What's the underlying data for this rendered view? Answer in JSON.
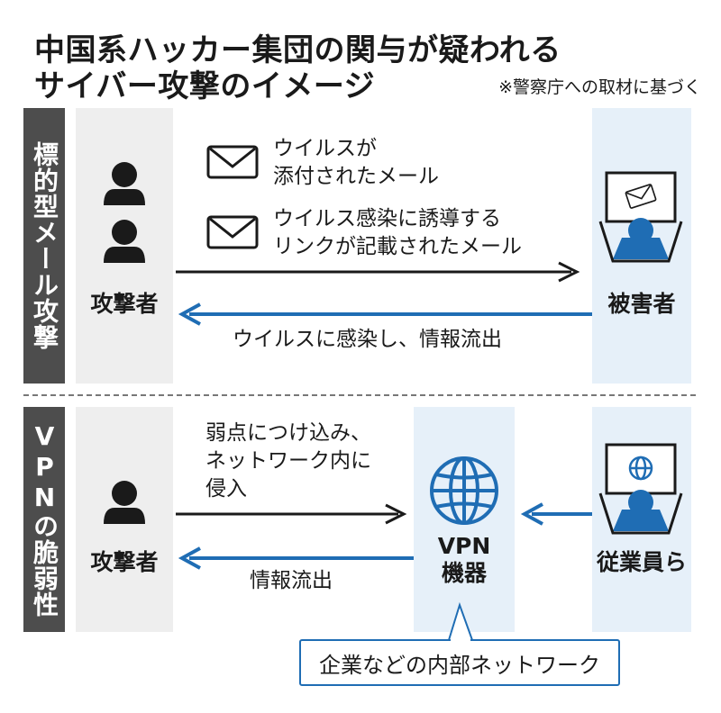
{
  "title_lines": [
    "中国系ハッカー集団の関与が疑われる",
    "サイバー攻撃のイメージ"
  ],
  "source_note": "※警察庁への取材に基づく",
  "section1": {
    "side_label": "標的型メール攻撃",
    "attacker_label": "攻撃者",
    "victim_label": "被害者",
    "mail1": [
      "ウイルスが",
      "添付されたメール"
    ],
    "mail2": [
      "ウイルス感染に誘導する",
      "リンクが記載されたメール"
    ],
    "return_label": "ウイルスに感染し、情報流出"
  },
  "section2": {
    "side_label": "VPNの脆弱性",
    "attacker_label": "攻撃者",
    "vpn_label": [
      "VPN",
      "機器"
    ],
    "employee_label": "従業員ら",
    "intrusion_label": [
      "弱点につけ込み、",
      "ネットワーク内に",
      "侵入"
    ],
    "leak_label": "情報流出",
    "callout": "企業などの内部ネットワーク"
  },
  "colors": {
    "blue": "#1f6db4",
    "dark": "#1a1a1a",
    "side_bg": "#4d4d4d",
    "panel_gray": "#eeeeee",
    "panel_blue": "#e6f0f9"
  },
  "icons": [
    "person-icon",
    "envelope-icon",
    "laptop-user-icon",
    "globe-icon",
    "arrow-right-icon",
    "arrow-left-icon"
  ]
}
